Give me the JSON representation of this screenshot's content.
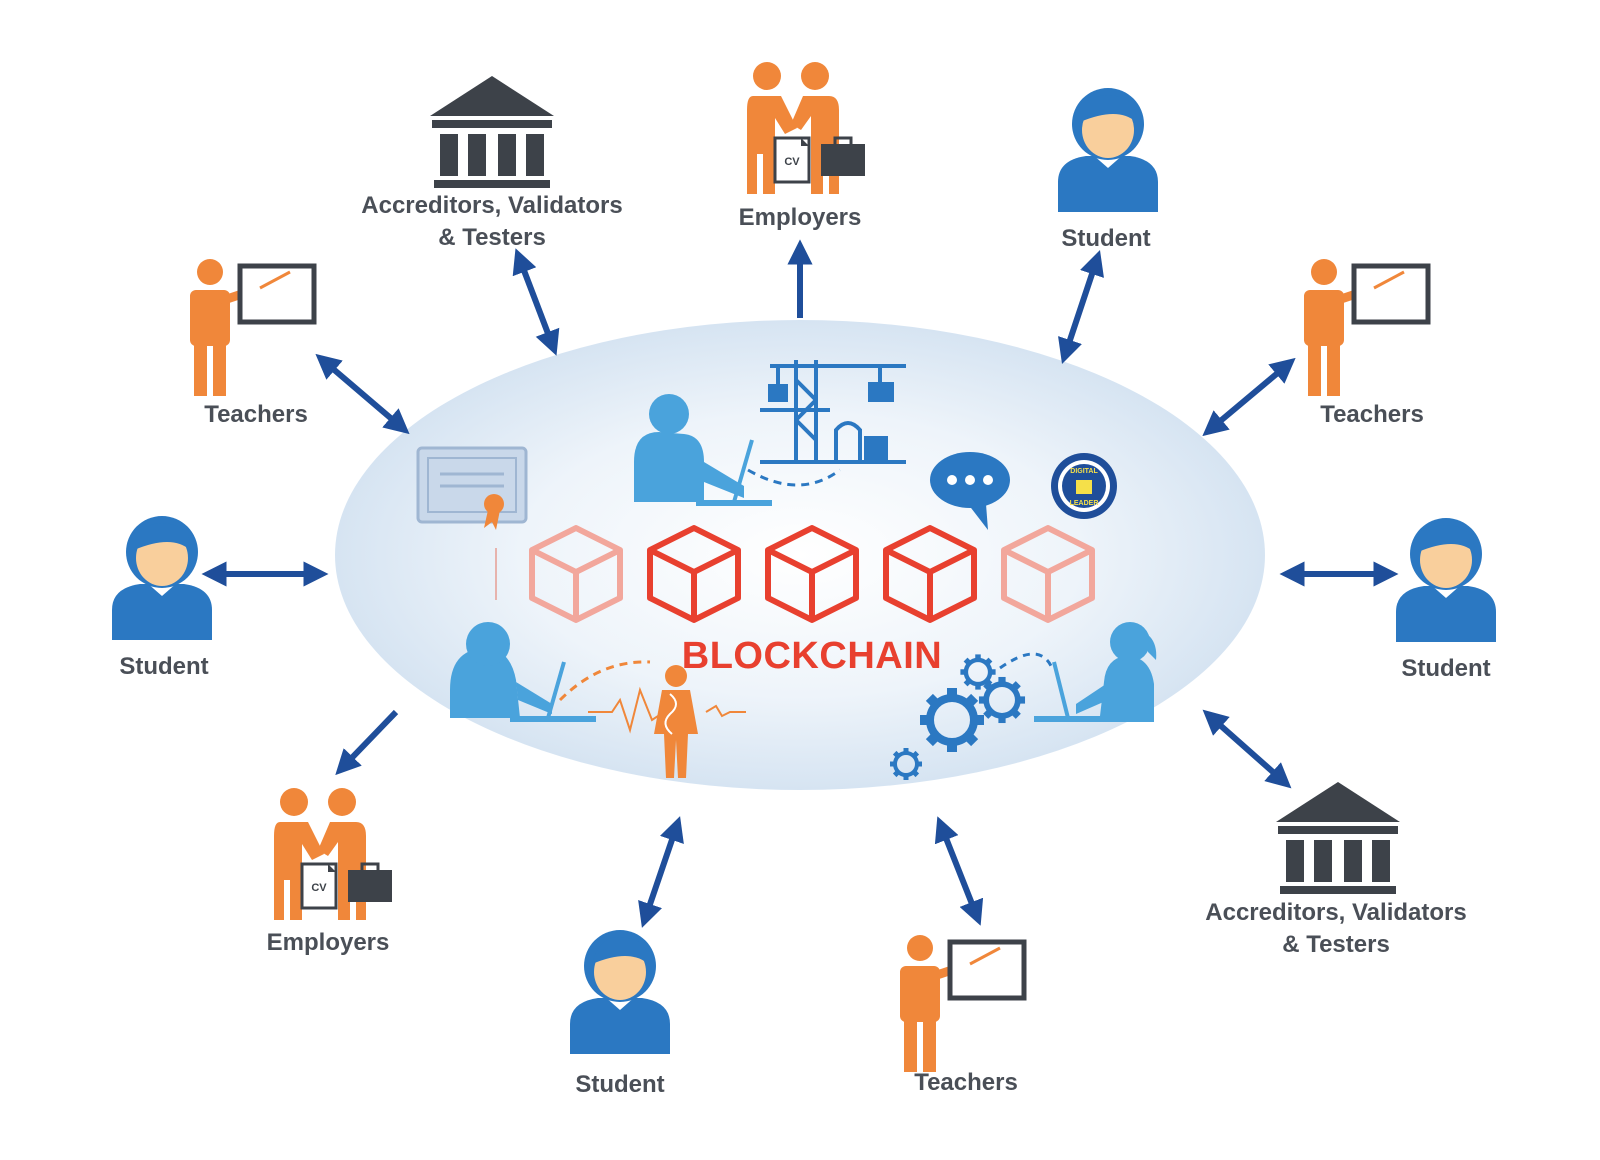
{
  "core": {
    "title": "BLOCKCHAIN"
  },
  "labels": {
    "accreditors_top_line1": "Accreditors, Validators",
    "accreditors_top_line2": "& Testers",
    "employers_top": "Employers",
    "student_top": "Student",
    "teachers_top_left": "Teachers",
    "teachers_top_right": "Teachers",
    "student_left": "Student",
    "student_right": "Student",
    "employers_bottom_left": "Employers",
    "student_bottom": "Student",
    "teachers_bottom": "Teachers",
    "accreditors_bottom_line1": "Accreditors, Validators",
    "accreditors_bottom_line2": "& Testers",
    "cv": "CV",
    "badge_top": "DIGITAL",
    "badge_bottom": "LEADER"
  },
  "colors": {
    "orange": "#f0873a",
    "blue": "#2b78c2",
    "dark": "#3d4249",
    "arrow": "#1f4e9a",
    "ellipse": "#dbe8f5",
    "light_blue": "#4aa3dc",
    "red": "#e8402f"
  },
  "icons": [
    "bank-icon",
    "handshake-icon",
    "teacher-icon",
    "student-icon",
    "certificate-icon",
    "crane-icon",
    "chat-icon",
    "badge-icon",
    "gears-icon",
    "dna-body-icon",
    "block-icon"
  ]
}
